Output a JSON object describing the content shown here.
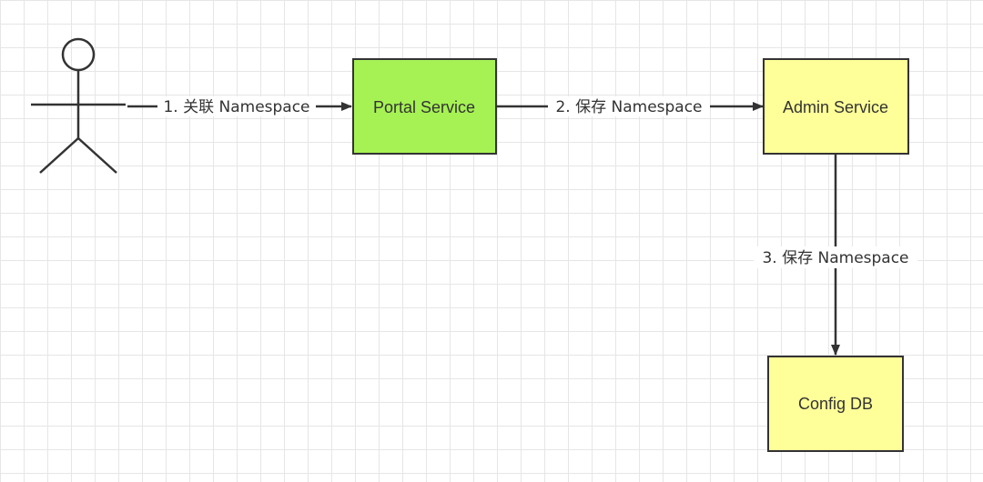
{
  "colors": {
    "portal_fill": "#a6f254",
    "service_fill": "#ffff99",
    "stroke": "#333333",
    "grid": "#e6e6e6"
  },
  "nodes": {
    "portal": {
      "label": "Portal Service"
    },
    "admin": {
      "label": "Admin Service"
    },
    "db": {
      "label": "Config DB"
    }
  },
  "edges": {
    "e1": {
      "label": "1. 关联 Namespace"
    },
    "e2": {
      "label": "2. 保存 Namespace"
    },
    "e3": {
      "label": "3. 保存 Namespace"
    }
  }
}
